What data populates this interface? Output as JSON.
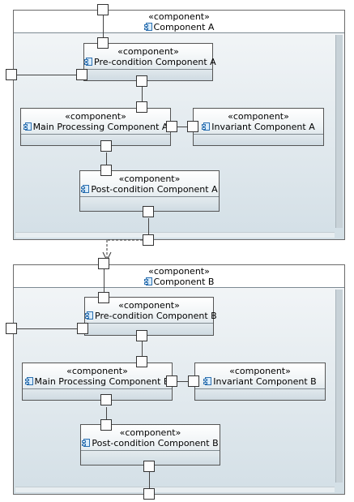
{
  "diagrams": [
    {
      "outer": {
        "stereotype": "«component»",
        "name": "Component A"
      },
      "pre": {
        "stereotype": "«component»",
        "name": "Pre-condition Component A"
      },
      "main": {
        "stereotype": "«component»",
        "name": "Main Processing Component A"
      },
      "inv": {
        "stereotype": "«component»",
        "name": "Invariant Component A"
      },
      "post": {
        "stereotype": "«component»",
        "name": "Post-condition Component A"
      }
    },
    {
      "outer": {
        "stereotype": "«component»",
        "name": "Component B"
      },
      "pre": {
        "stereotype": "«component»",
        "name": "Pre-condition Component B"
      },
      "main": {
        "stereotype": "«component»",
        "name": "Main Processing Component B"
      },
      "inv": {
        "stereotype": "«component»",
        "name": "Invariant Component B"
      },
      "post": {
        "stereotype": "«component»",
        "name": "Post-condition Component B"
      }
    }
  ],
  "icons": {
    "component": "component-icon"
  }
}
